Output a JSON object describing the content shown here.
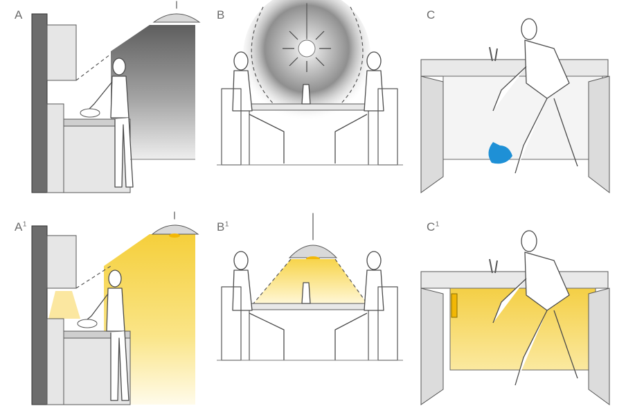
{
  "panels": [
    {
      "id": "A",
      "label": "A",
      "sup": "",
      "lit": false
    },
    {
      "id": "B",
      "label": "B",
      "sup": "",
      "lit": false
    },
    {
      "id": "C",
      "label": "C",
      "sup": "",
      "lit": false
    },
    {
      "id": "A1",
      "label": "A",
      "sup": "1",
      "lit": true
    },
    {
      "id": "B1",
      "label": "B",
      "sup": "1",
      "lit": true
    },
    {
      "id": "C1",
      "label": "C",
      "sup": "1",
      "lit": true
    }
  ],
  "colors": {
    "warm_light": "#f7d64a",
    "warm_light_pale": "#fdf6d2",
    "shadow_dark": "#6a6a6a",
    "shadow_light": "#e6e6e6",
    "water": "#1e90d6",
    "lamp_bulb": "#f2b705"
  }
}
